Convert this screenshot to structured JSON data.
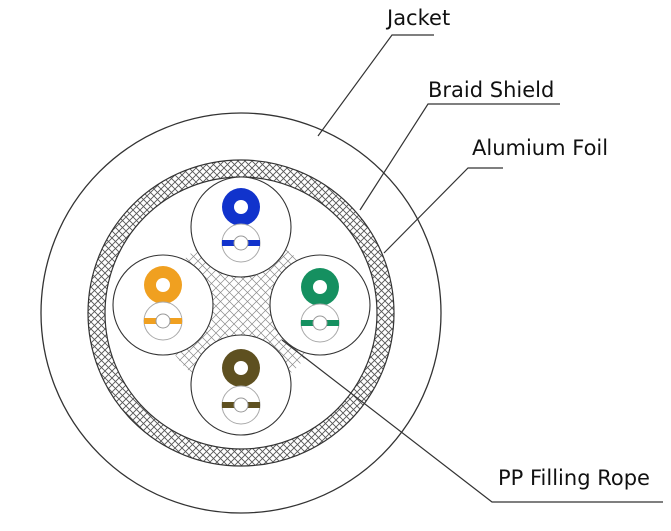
{
  "labels": {
    "jacket": "Jacket",
    "braid_shield": "Braid Shield",
    "foil": "Alumium Foil",
    "filling_rope": "PP Filling Rope"
  },
  "colors": {
    "outline": "#333333",
    "hatch": "#555555",
    "pair_blue": "#1133cc",
    "pair_orange": "#f0a020",
    "pair_green": "#159060",
    "pair_brown": "#5e5020",
    "pair_white": "#ffffff"
  },
  "pairs": [
    {
      "name": "blue",
      "color": "#1133cc"
    },
    {
      "name": "orange",
      "color": "#f0a020"
    },
    {
      "name": "green",
      "color": "#159060"
    },
    {
      "name": "brown",
      "color": "#5e5020"
    }
  ]
}
